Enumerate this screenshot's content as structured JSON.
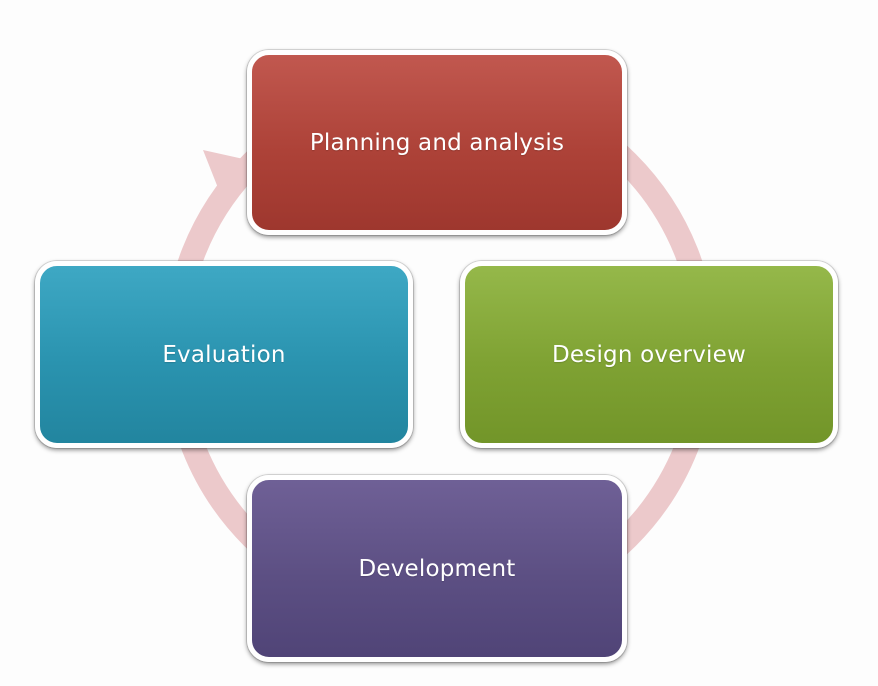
{
  "diagram": {
    "type": "cycle",
    "arrow_color": "#ecc9cb",
    "stages": [
      {
        "id": "planning",
        "label": "Planning and analysis",
        "color": "#ad4238"
      },
      {
        "id": "design",
        "label": "Design overview",
        "color": "#7fa233"
      },
      {
        "id": "development",
        "label": "Development",
        "color": "#5c4f83"
      },
      {
        "id": "evaluation",
        "label": "Evaluation",
        "color": "#2a93af"
      }
    ],
    "flow": [
      "planning",
      "design",
      "development",
      "evaluation",
      "planning"
    ]
  }
}
